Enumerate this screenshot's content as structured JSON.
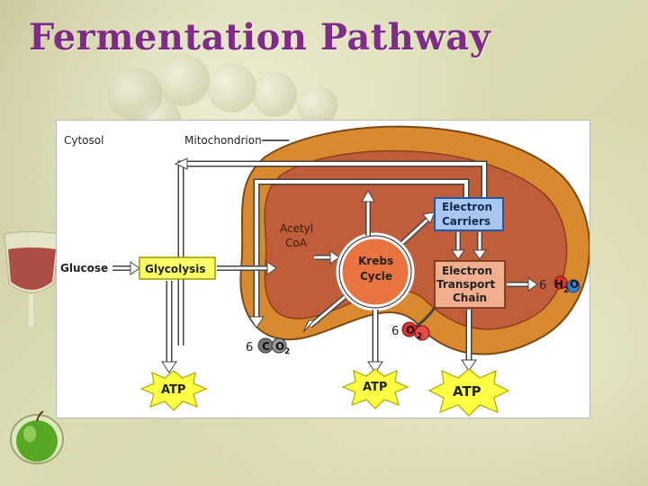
{
  "title": "Fermentation Pathway",
  "diagram": {
    "cytosol": "Cytosol",
    "mitochondrion": "Mitochondrion",
    "glucose": "Glucose",
    "glycolysis": "Glycolysis",
    "acetyl": "Acetyl",
    "coa": "CoA",
    "krebs1": "Krebs",
    "krebs2": "Cycle",
    "carriers1": "Electron",
    "carriers2": "Carriers",
    "etc1": "Electron",
    "etc2": "Transport",
    "etc3": "Chain",
    "co2_count": "6",
    "co2_c": "C",
    "co2_o": "O",
    "co2_sub": "2",
    "o2_count": "6",
    "o2_o": "O",
    "o2_sub": "2",
    "h2o_count": "6",
    "h2o_h": "H",
    "h2o_sub": "2",
    "h2o_o": "O",
    "atp1": "ATP",
    "atp2": "ATP",
    "atp3": "ATP"
  },
  "colors": {
    "title": "#7e2c85",
    "mito_outer": "#d98a2e",
    "mito_inner": "#c05d3a",
    "glycolysis": "#ffff66",
    "carriers": "#a8c8f0",
    "etc": "#f0b08f",
    "atp": "#ffff44"
  }
}
